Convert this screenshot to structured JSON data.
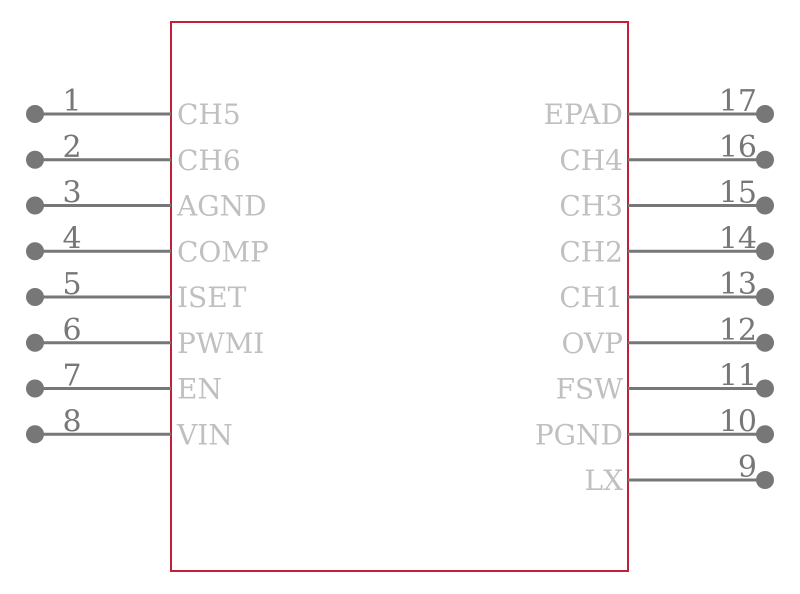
{
  "component": {
    "colors": {
      "body_outline": "#c41e3a",
      "pin": "#777777",
      "pin_name": "#c0c0c0",
      "background": "#ffffff"
    },
    "left_pins": [
      {
        "number": "1",
        "name": "CH5"
      },
      {
        "number": "2",
        "name": "CH6"
      },
      {
        "number": "3",
        "name": "AGND"
      },
      {
        "number": "4",
        "name": "COMP"
      },
      {
        "number": "5",
        "name": "ISET"
      },
      {
        "number": "6",
        "name": "PWMI"
      },
      {
        "number": "7",
        "name": "EN"
      },
      {
        "number": "8",
        "name": "VIN"
      }
    ],
    "right_pins": [
      {
        "number": "17",
        "name": "EPAD"
      },
      {
        "number": "16",
        "name": "CH4"
      },
      {
        "number": "15",
        "name": "CH3"
      },
      {
        "number": "14",
        "name": "CH2"
      },
      {
        "number": "13",
        "name": "CH1"
      },
      {
        "number": "12",
        "name": "OVP"
      },
      {
        "number": "11",
        "name": "FSW"
      },
      {
        "number": "10",
        "name": "PGND"
      },
      {
        "number": "9",
        "name": "LX"
      }
    ]
  }
}
